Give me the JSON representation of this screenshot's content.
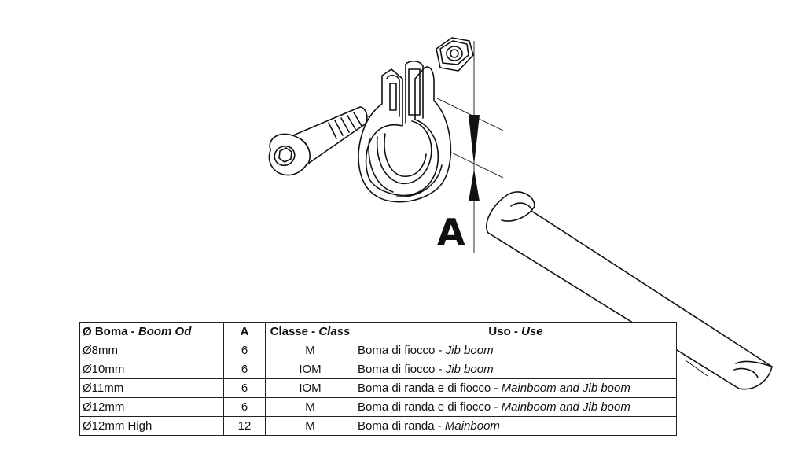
{
  "dimension_label": "A",
  "table": {
    "headers": [
      {
        "it": "Ø Boma",
        "sep": " - ",
        "en": "Boom Od"
      },
      {
        "it": "A",
        "sep": "",
        "en": ""
      },
      {
        "it": "Classe",
        "sep": " - ",
        "en": "Class"
      },
      {
        "it": "Uso",
        "sep": " - ",
        "en": "Use"
      }
    ],
    "rows": [
      {
        "boom": "Ø8mm",
        "a": "6",
        "class": "M",
        "use_it": "Boma di fiocco - ",
        "use_en": "Jib boom"
      },
      {
        "boom": "Ø10mm",
        "a": "6",
        "class": "IOM",
        "use_it": "Boma di fiocco - ",
        "use_en": "Jib boom"
      },
      {
        "boom": "Ø11mm",
        "a": "6",
        "class": "IOM",
        "use_it": "Boma di randa e di fiocco - ",
        "use_en": "Mainboom and Jib boom"
      },
      {
        "boom": "Ø12mm",
        "a": "6",
        "class": "M",
        "use_it": "Boma di randa e di fiocco - ",
        "use_en": "Mainboom and Jib boom"
      },
      {
        "boom": "Ø12mm High",
        "a": "12",
        "class": "M",
        "use_it": "Boma di randa - ",
        "use_en": "Mainboom"
      }
    ]
  }
}
